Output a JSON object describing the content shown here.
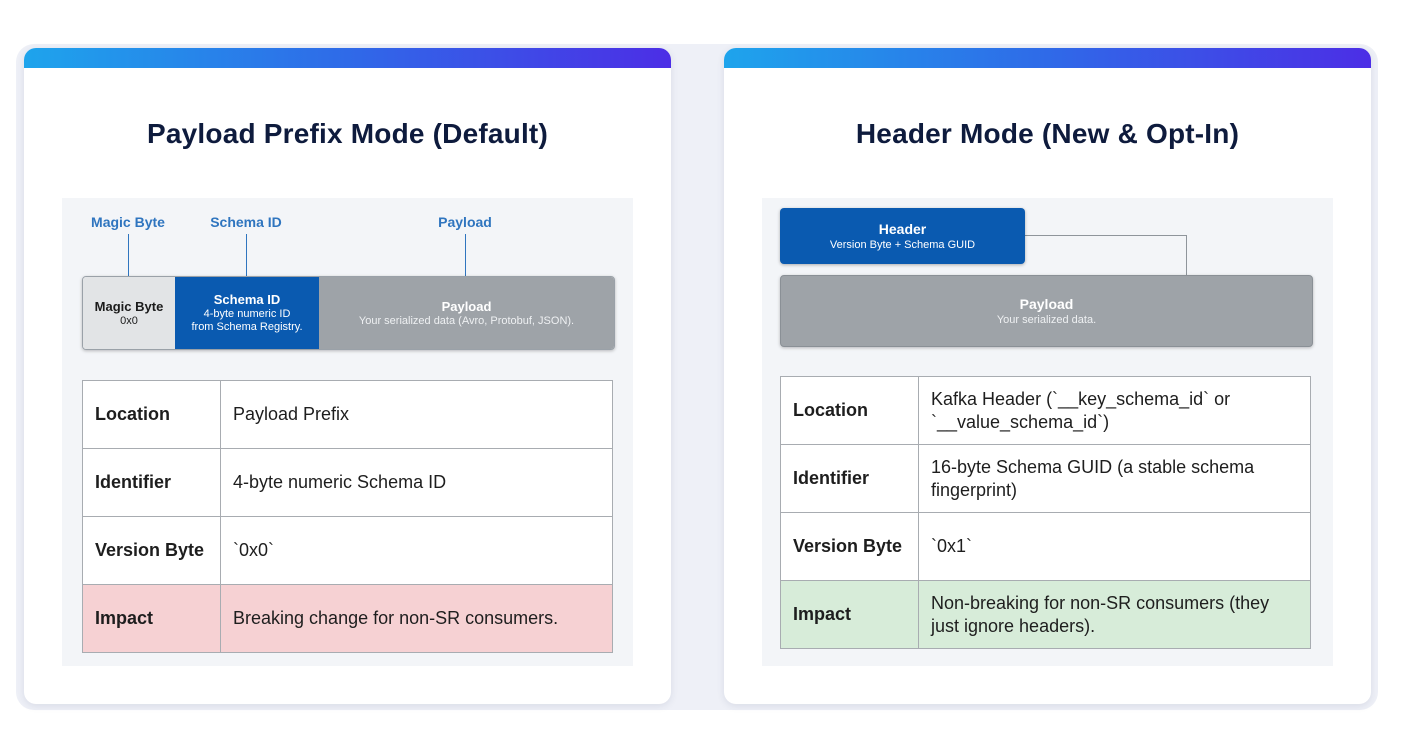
{
  "left": {
    "title": "Payload Prefix Mode (Default)",
    "top_labels": [
      "Magic Byte",
      "Schema ID",
      "Payload"
    ],
    "segments": {
      "magic": {
        "title": "Magic Byte",
        "sub": "0x0"
      },
      "schema": {
        "title": "Schema ID",
        "sub1": "4-byte numeric ID",
        "sub2": "from Schema Registry."
      },
      "payload": {
        "title": "Payload",
        "sub": "Your serialized data (Avro, Protobuf, JSON)."
      }
    },
    "table": [
      {
        "key": "Location",
        "value": "Payload Prefix"
      },
      {
        "key": "Identifier",
        "value": "4-byte numeric Schema ID"
      },
      {
        "key": "Version Byte",
        "value": "`0x0`"
      },
      {
        "key": "Impact",
        "value": "Breaking change for non-SR consumers."
      }
    ]
  },
  "right": {
    "title": "Header Mode (New & Opt-In)",
    "header_box": {
      "title": "Header",
      "sub": "Version Byte + Schema GUID"
    },
    "payload_box": {
      "title": "Payload",
      "sub": "Your serialized data."
    },
    "table": [
      {
        "key": "Location",
        "value": "Kafka Header (`__key_schema_id` or `__value_schema_id`)"
      },
      {
        "key": "Identifier",
        "value": "16-byte Schema GUID (a stable schema fingerprint)"
      },
      {
        "key": "Version Byte",
        "value": "`0x1`"
      },
      {
        "key": "Impact",
        "value": "Non-breaking for non-SR consumers (they just ignore headers)."
      }
    ]
  },
  "colors": {
    "accent_start": "#1ea4ec",
    "accent_end": "#4c2ee6",
    "schema_blue": "#0a5ab0",
    "payload_gray": "#9ea3a8",
    "label_blue": "#2f75bf",
    "impact_bad": "#f6d1d3",
    "impact_good": "#d7ecd9"
  }
}
